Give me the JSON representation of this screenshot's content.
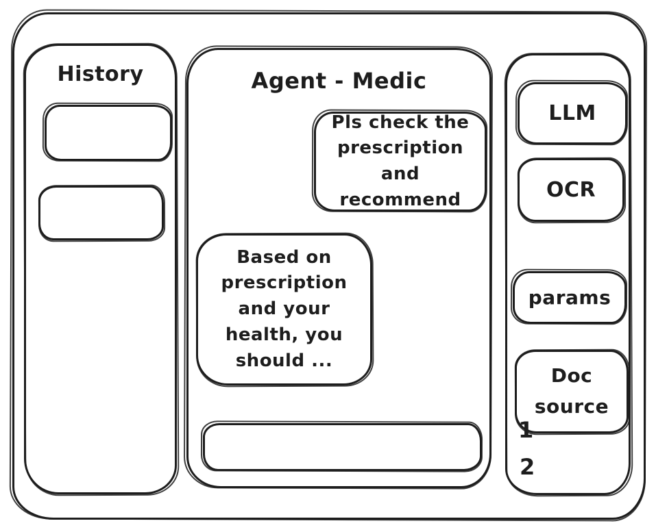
{
  "history_panel": {
    "title": "History",
    "items": [
      "",
      ""
    ]
  },
  "chat_panel": {
    "title": "Agent - Medic",
    "messages": [
      {
        "role": "user",
        "text": "Pls check the\nprescription\nand recommend"
      },
      {
        "role": "assistant",
        "text": "Based on\nprescription\nand your\nhealth, you\nshould ..."
      }
    ],
    "input": {
      "value": "",
      "placeholder": ""
    }
  },
  "tools_panel": {
    "llm_button": "LLM",
    "ocr_button": "OCR",
    "params_button": "params",
    "doc_source_button": "Doc\nsource",
    "doc_source_items": [
      "1",
      "2"
    ]
  },
  "colors": {
    "ink": "#1d1d1d",
    "background": "#ffffff"
  }
}
